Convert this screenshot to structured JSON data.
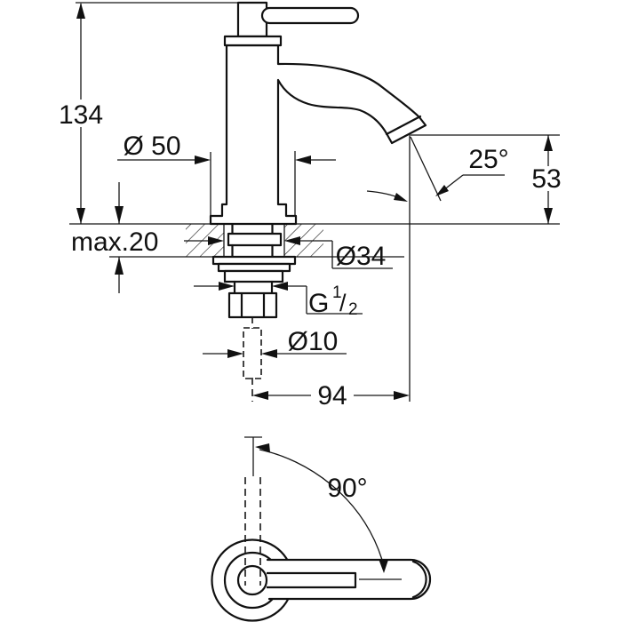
{
  "drawing": {
    "front_view": {
      "overall_height": "134",
      "base_diameter": "Ø 50",
      "spout_angle": "25°",
      "spout_outlet_height": "53",
      "mounting_thickness": "max.20",
      "deck_hole_diameter": "Ø34",
      "thread": {
        "g": "G",
        "numerator": "1",
        "slash": "/",
        "denominator": "2"
      },
      "supply_pipe_diameter": "Ø10",
      "spout_reach": "94"
    },
    "top_view": {
      "handle_rotation": "90°"
    },
    "line_color": "#111111",
    "background_color": "#ffffff"
  }
}
